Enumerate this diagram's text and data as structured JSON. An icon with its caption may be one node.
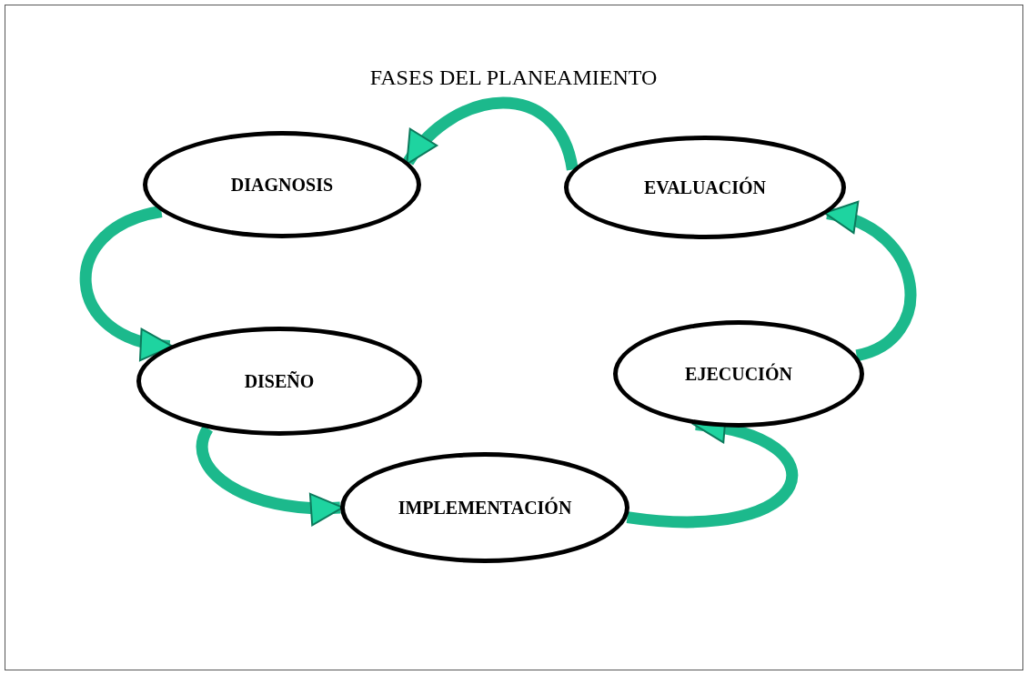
{
  "diagram": {
    "title": "FASES DEL PLANEAMIENTO",
    "nodes": [
      {
        "text": [
          "DIAGNOSIS"
        ]
      },
      {
        "text": [
          "EVALUACIÓN"
        ]
      },
      {
        "text": [
          "DISEÑO"
        ]
      },
      {
        "text": [
          "EJECUCIÓN"
        ]
      },
      {
        "text": [
          "IMPLEMENTACIÓN"
        ]
      }
    ],
    "edges": [
      {
        "from": 0,
        "to": 2,
        "arrow": "to"
      },
      {
        "from": 2,
        "to": 4,
        "arrow": "to"
      },
      {
        "from": 4,
        "to": 3,
        "arrow": "to"
      },
      {
        "from": 3,
        "to": 1,
        "arrow": "to"
      },
      {
        "from": 1,
        "to": 0,
        "arrow": "to"
      }
    ]
  }
}
